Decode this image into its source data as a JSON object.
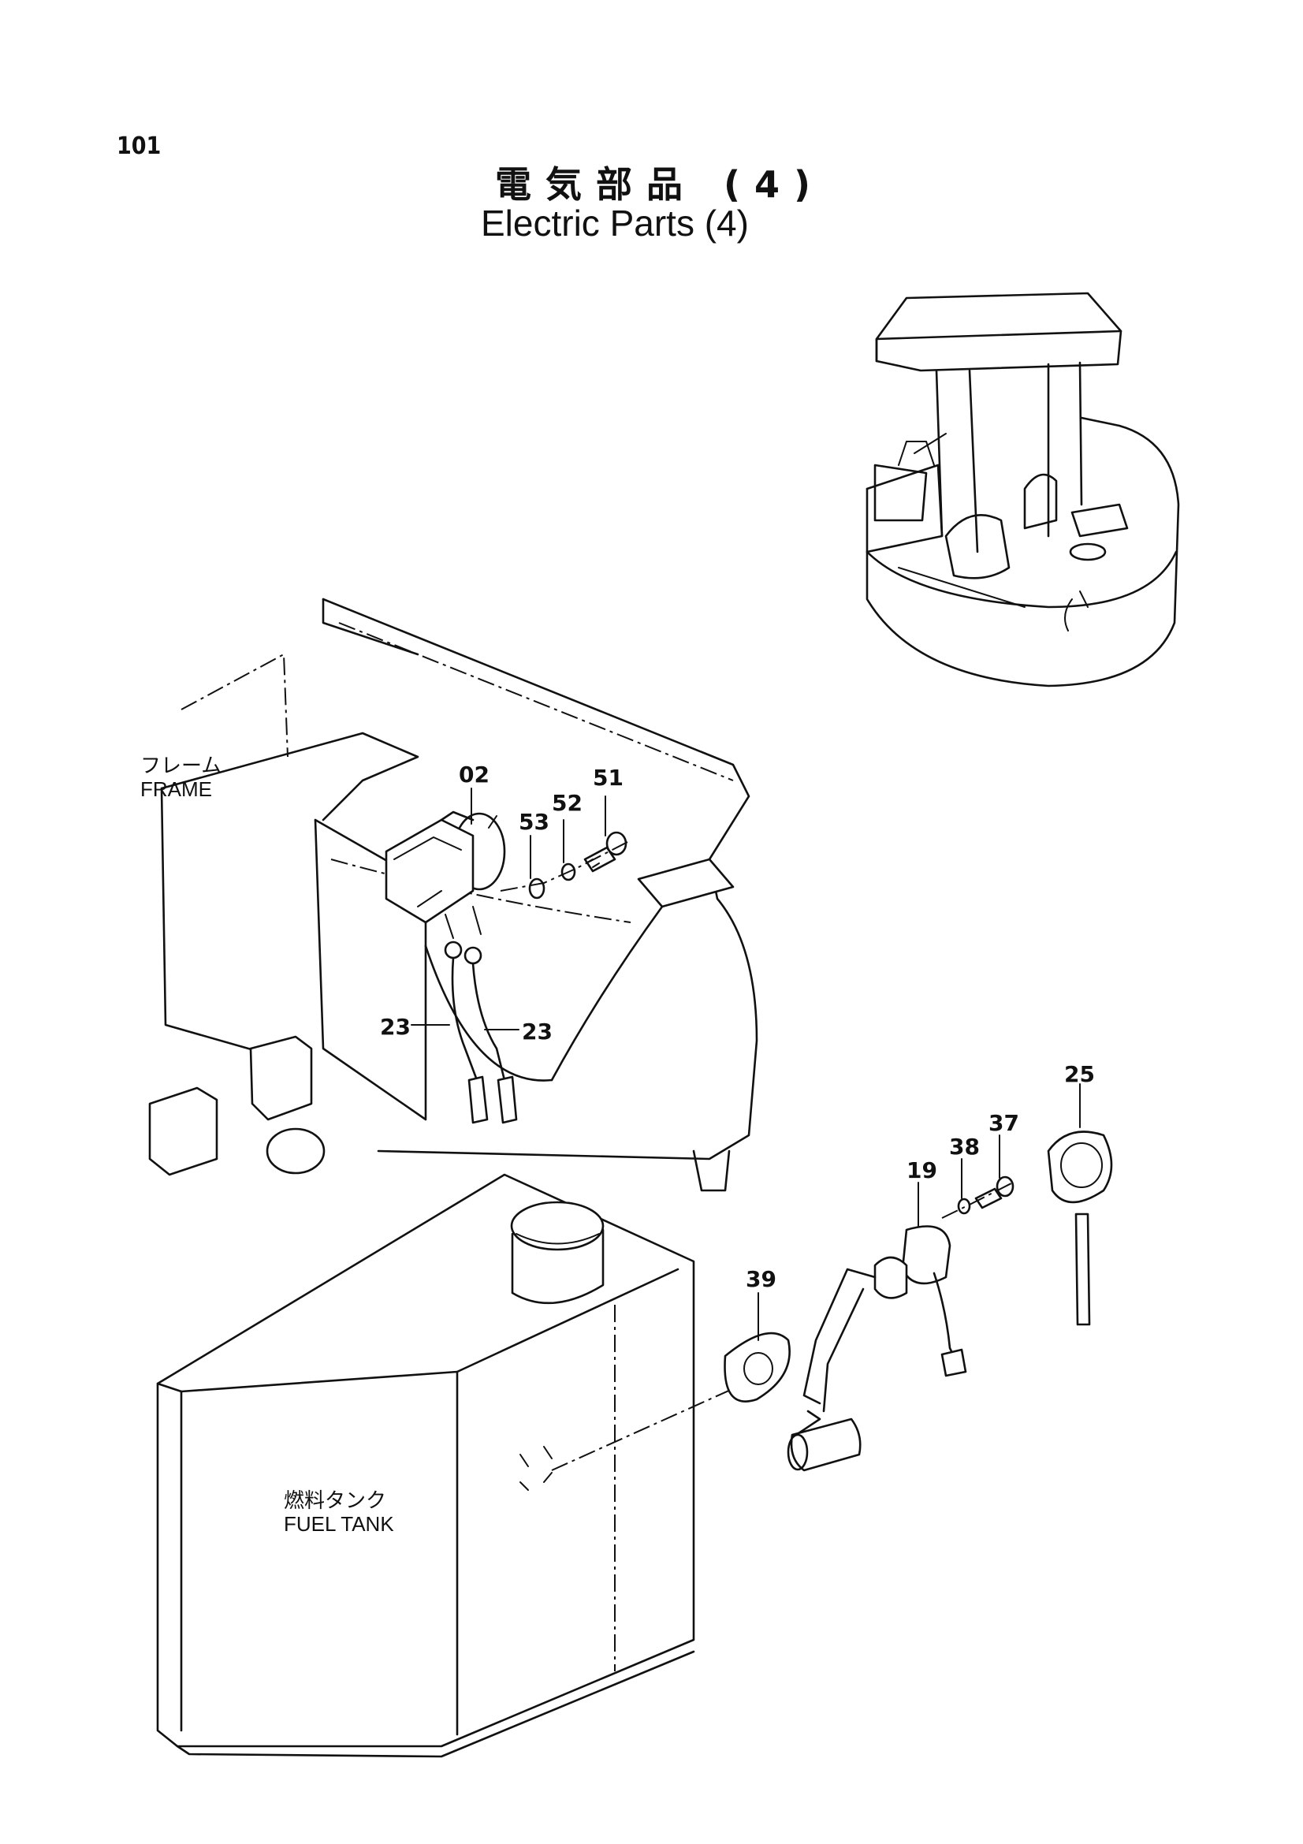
{
  "header": {
    "page_number": "101",
    "title_ja": "電気部品 (4)",
    "title_en": "Electric Parts (4)"
  },
  "references": {
    "frame_ja": "フレーム",
    "frame_en": "FRAME",
    "fuel_tank_ja": "燃料タンク",
    "fuel_tank_en": "FUEL TANK"
  },
  "callouts": {
    "c02": "02",
    "c51": "51",
    "c52": "52",
    "c53": "53",
    "c23a": "23",
    "c23b": "23",
    "c25": "25",
    "c37": "37",
    "c38": "38",
    "c19": "19",
    "c39": "39"
  }
}
